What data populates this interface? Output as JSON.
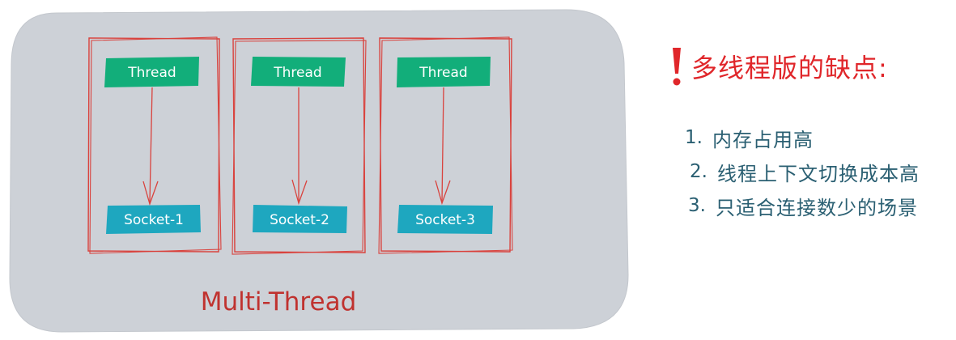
{
  "diagram": {
    "caption": "Multi-Thread",
    "columns": [
      {
        "thread_label": "Thread",
        "socket_label": "Socket-1"
      },
      {
        "thread_label": "Thread",
        "socket_label": "Socket-2"
      },
      {
        "thread_label": "Thread",
        "socket_label": "Socket-3"
      }
    ],
    "colors": {
      "panel": "#cdd1d7",
      "frame": "#d9423d",
      "thread_box": "#12ae7a",
      "socket_box": "#1ea7bf",
      "caption": "#c0322f"
    }
  },
  "notes": {
    "heading": "多线程版的缺点:",
    "items": [
      {
        "num": "1.",
        "text": "内存占用高"
      },
      {
        "num": "2.",
        "text": "线程上下文切换成本高"
      },
      {
        "num": "3.",
        "text": "只适合连接数少的场景"
      }
    ],
    "colors": {
      "heading": "#e0262a",
      "items": "#2a5f72"
    }
  }
}
